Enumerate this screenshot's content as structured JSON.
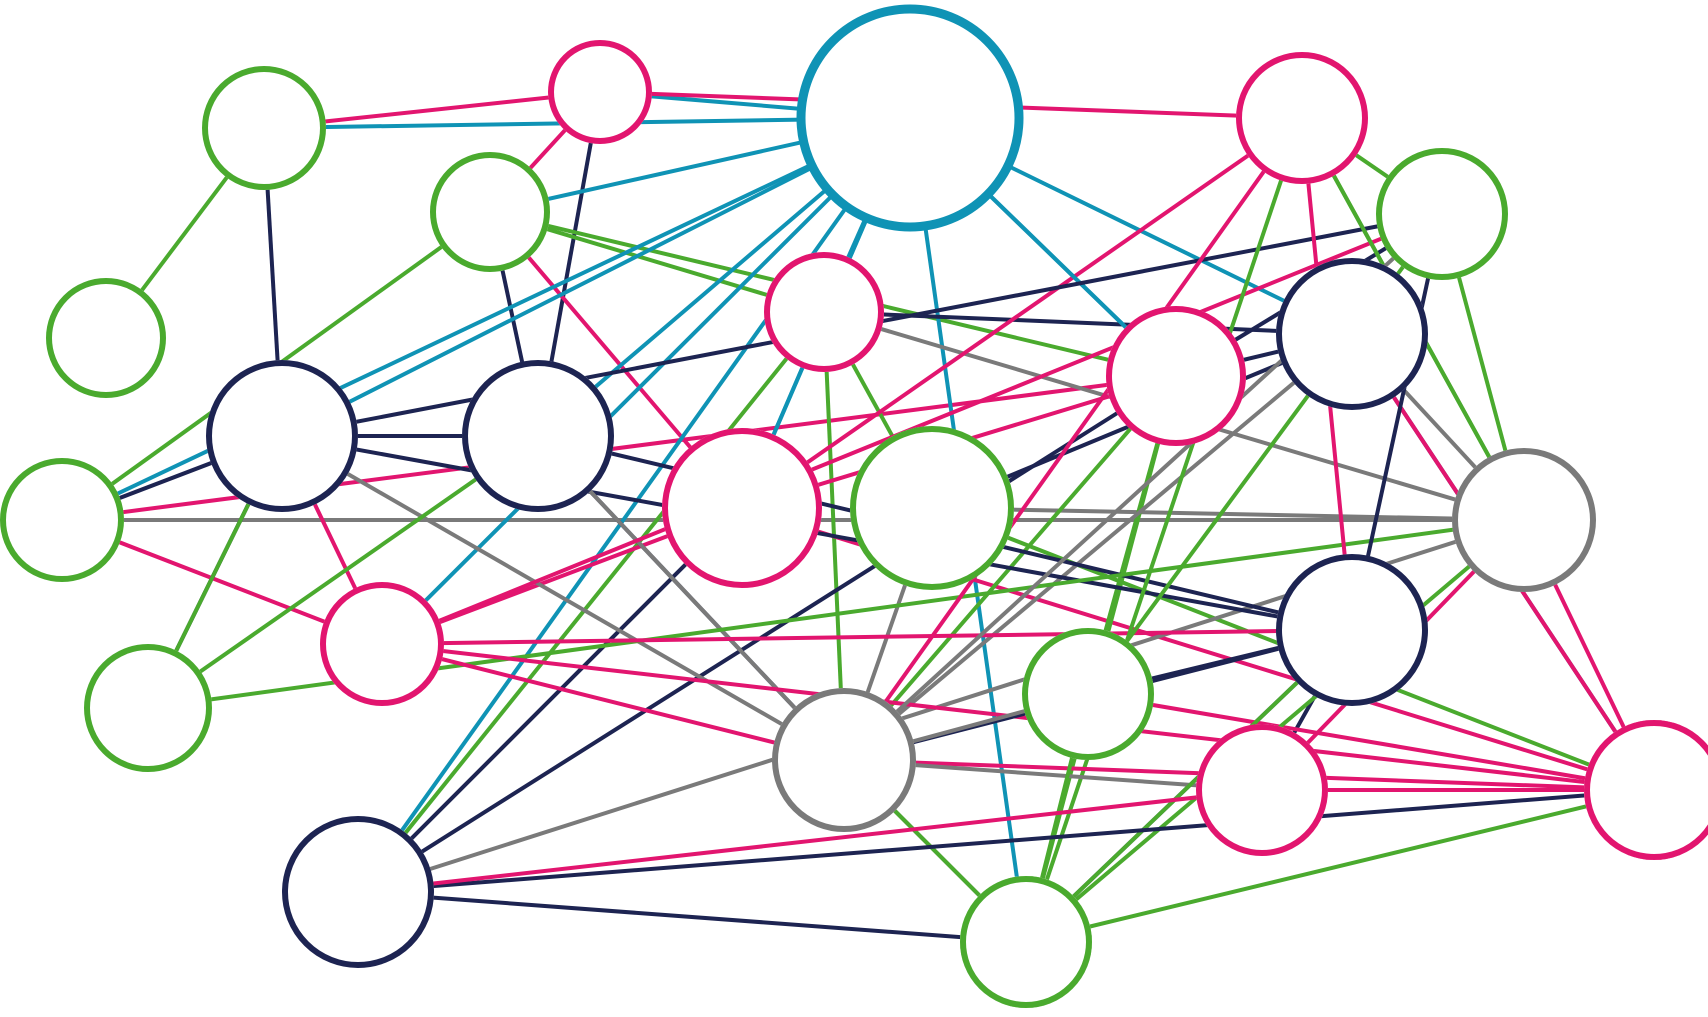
{
  "colors": {
    "person_male": "#4aaa2e",
    "person_female": "#e2156f",
    "factory": "#1d2452",
    "school_main": "#0f93b5",
    "school_small": "#7a7a7a",
    "hair": "#000000",
    "skin": "#ffffff"
  },
  "nodes": [
    {
      "id": "p1",
      "kind": "male",
      "icon": "male-person-icon"
    },
    {
      "id": "p2",
      "kind": "female",
      "icon": "female-person-icon"
    },
    {
      "id": "p3",
      "kind": "male",
      "icon": "male-person-icon"
    },
    {
      "id": "p4",
      "kind": "female",
      "icon": "female-person-icon"
    },
    {
      "id": "p5",
      "kind": "male",
      "icon": "male-person-icon"
    },
    {
      "id": "p6",
      "kind": "male",
      "icon": "male-person-icon"
    },
    {
      "id": "p7",
      "kind": "female",
      "icon": "female-person-icon"
    },
    {
      "id": "p8",
      "kind": "female",
      "icon": "female-person-icon"
    },
    {
      "id": "p9",
      "kind": "male",
      "icon": "male-person-icon"
    },
    {
      "id": "p10",
      "kind": "male",
      "icon": "male-person-icon"
    },
    {
      "id": "p11",
      "kind": "female",
      "icon": "female-person-icon"
    },
    {
      "id": "p12",
      "kind": "female",
      "icon": "female-person-icon"
    },
    {
      "id": "p13",
      "kind": "male",
      "icon": "male-person-icon"
    },
    {
      "id": "p14",
      "kind": "male",
      "icon": "male-person-icon"
    },
    {
      "id": "p15",
      "kind": "male",
      "icon": "male-person-icon"
    },
    {
      "id": "p16",
      "kind": "male",
      "icon": "male-person-icon"
    },
    {
      "id": "p17",
      "kind": "female",
      "icon": "female-person-icon"
    },
    {
      "id": "p18",
      "kind": "female",
      "icon": "female-person-icon"
    },
    {
      "id": "p19",
      "kind": "female",
      "icon": "female-person-icon"
    },
    {
      "id": "f1",
      "kind": "factory",
      "icon": "factory-icon"
    },
    {
      "id": "f2",
      "kind": "factory",
      "icon": "factory-icon"
    },
    {
      "id": "f3",
      "kind": "factory",
      "icon": "factory-icon"
    },
    {
      "id": "f4",
      "kind": "factory",
      "icon": "factory-icon"
    },
    {
      "id": "f5",
      "kind": "factory",
      "icon": "factory-icon"
    },
    {
      "id": "s1",
      "kind": "school_main",
      "icon": "school-icon"
    },
    {
      "id": "s2",
      "kind": "school_small",
      "icon": "school-icon"
    },
    {
      "id": "s3",
      "kind": "school_small",
      "icon": "school-icon"
    }
  ],
  "edges": [
    [
      "p1",
      "p2",
      "female"
    ],
    [
      "p1",
      "s1",
      "school_main"
    ],
    [
      "p1",
      "p5",
      "male"
    ],
    [
      "p1",
      "f1",
      "factory"
    ],
    [
      "p2",
      "s1",
      "school_main"
    ],
    [
      "p2",
      "p3",
      "female"
    ],
    [
      "p2",
      "f2",
      "factory"
    ],
    [
      "p2",
      "p12",
      "female"
    ],
    [
      "p3",
      "s1",
      "school_main"
    ],
    [
      "p3",
      "f2",
      "factory"
    ],
    [
      "p3",
      "p8",
      "female"
    ],
    [
      "p3",
      "p4",
      "male"
    ],
    [
      "p3",
      "p6",
      "male"
    ],
    [
      "p3",
      "p11",
      "male"
    ],
    [
      "p6",
      "s1",
      "school_main"
    ],
    [
      "p6",
      "f1",
      "factory"
    ],
    [
      "p6",
      "p11",
      "female"
    ],
    [
      "p6",
      "p7",
      "female"
    ],
    [
      "p6",
      "s3",
      "school_small"
    ],
    [
      "s1",
      "p7",
      "school_main"
    ],
    [
      "s1",
      "p8",
      "school_main"
    ],
    [
      "s1",
      "f3",
      "school_main"
    ],
    [
      "s1",
      "f2",
      "school_main"
    ],
    [
      "s1",
      "f5",
      "school_main"
    ],
    [
      "s1",
      "p11",
      "school_main"
    ],
    [
      "s1",
      "f1",
      "school_main"
    ],
    [
      "s1",
      "p15",
      "school_main"
    ],
    [
      "s1",
      "p8",
      "school_main"
    ],
    [
      "p4",
      "s1",
      "school_main"
    ],
    [
      "p4",
      "f5",
      "male"
    ],
    [
      "p4",
      "p9",
      "male"
    ],
    [
      "p4",
      "s2",
      "male"
    ],
    [
      "p4",
      "f3",
      "factory"
    ],
    [
      "p4",
      "s3",
      "school_small"
    ],
    [
      "p9",
      "s2",
      "school_small"
    ],
    [
      "p9",
      "s3",
      "school_small"
    ],
    [
      "p9",
      "f3",
      "factory"
    ],
    [
      "p9",
      "p19",
      "male"
    ],
    [
      "p8",
      "p12",
      "female"
    ],
    [
      "p8",
      "p11",
      "female"
    ],
    [
      "p8",
      "p7",
      "female"
    ],
    [
      "p8",
      "f5",
      "factory"
    ],
    [
      "p8",
      "p17",
      "female"
    ],
    [
      "p11",
      "s1",
      "school_main"
    ],
    [
      "p11",
      "f3",
      "factory"
    ],
    [
      "p11",
      "p16",
      "male"
    ],
    [
      "p11",
      "p15",
      "male"
    ],
    [
      "p11",
      "s2",
      "male"
    ],
    [
      "p11",
      "p13",
      "factory"
    ],
    [
      "p11",
      "f5",
      "factory"
    ],
    [
      "f3",
      "s3",
      "school_small"
    ],
    [
      "f3",
      "p17",
      "factory"
    ],
    [
      "f3",
      "s2",
      "school_small"
    ],
    [
      "f3",
      "p19",
      "female"
    ],
    [
      "s3",
      "f5",
      "school_small"
    ],
    [
      "s3",
      "p18",
      "female"
    ],
    [
      "s3",
      "p19",
      "female"
    ],
    [
      "s3",
      "p12",
      "male"
    ],
    [
      "s3",
      "p13",
      "male"
    ],
    [
      "f1",
      "p10",
      "factory"
    ],
    [
      "f1",
      "f2",
      "factory"
    ],
    [
      "f1",
      "p13",
      "factory"
    ],
    [
      "f1",
      "p7",
      "female"
    ],
    [
      "f1",
      "s2",
      "school_small"
    ],
    [
      "f1",
      "f4",
      "factory"
    ],
    [
      "f2",
      "p10",
      "male"
    ],
    [
      "f2",
      "s2",
      "factory"
    ],
    [
      "f2",
      "f4",
      "factory"
    ],
    [
      "f2",
      "s2",
      "school_small"
    ],
    [
      "p10",
      "s3",
      "male"
    ],
    [
      "p10",
      "f1",
      "male"
    ],
    [
      "p7",
      "p17",
      "female"
    ],
    [
      "p7",
      "s2",
      "female"
    ],
    [
      "p7",
      "p13",
      "female"
    ],
    [
      "p7",
      "f4",
      "female"
    ],
    [
      "p12",
      "f4",
      "female"
    ],
    [
      "p12",
      "s2",
      "female"
    ],
    [
      "p12",
      "p13",
      "male"
    ],
    [
      "p12",
      "p14",
      "male"
    ],
    [
      "p12",
      "s3",
      "male"
    ],
    [
      "p13",
      "f4",
      "factory"
    ],
    [
      "p13",
      "s2",
      "school_small"
    ],
    [
      "p13",
      "p16",
      "male"
    ],
    [
      "f4",
      "p16",
      "factory"
    ],
    [
      "f4",
      "p15",
      "factory"
    ],
    [
      "f4",
      "p18",
      "factory"
    ],
    [
      "f4",
      "s2",
      "factory"
    ],
    [
      "s2",
      "p16",
      "school_small"
    ],
    [
      "s2",
      "p17",
      "female"
    ],
    [
      "s2",
      "p18",
      "school_small"
    ],
    [
      "s2",
      "p15",
      "school_small"
    ],
    [
      "p16",
      "p17",
      "female"
    ],
    [
      "p15",
      "p19",
      "male"
    ],
    [
      "p15",
      "p16",
      "male"
    ],
    [
      "p15",
      "s2",
      "male"
    ],
    [
      "p14",
      "f4",
      "male"
    ],
    [
      "p14",
      "s3",
      "male"
    ],
    [
      "p14",
      "p15",
      "male"
    ],
    [
      "f5",
      "p17",
      "factory"
    ],
    [
      "f5",
      "p18",
      "female"
    ],
    [
      "f5",
      "p14",
      "factory"
    ],
    [
      "p18",
      "p19",
      "female"
    ]
  ]
}
